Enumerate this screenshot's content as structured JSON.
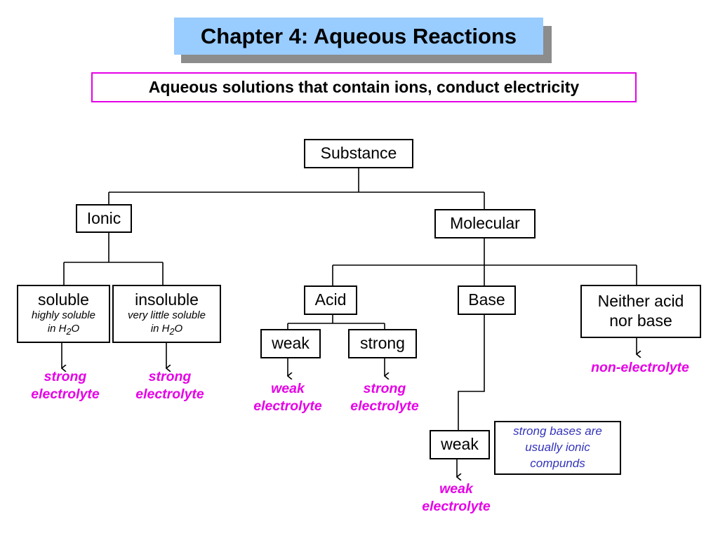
{
  "header": {
    "title": "Chapter 4: Aqueous Reactions",
    "subtitle": "Aqueous solutions that contain ions, conduct electricity"
  },
  "tree": {
    "root": "Substance",
    "ionic": {
      "label": "Ionic",
      "soluble": {
        "label": "soluble",
        "note_line1": "highly soluble",
        "note_line2_pre": "in H",
        "note_line2_sub": "2",
        "note_line2_post": "O",
        "outcome_line1": "strong",
        "outcome_line2": "electrolyte"
      },
      "insoluble": {
        "label": "insoluble",
        "note_line1": "very little soluble",
        "note_line2_pre": "in H",
        "note_line2_sub": "2",
        "note_line2_post": "O",
        "outcome_line1": "strong",
        "outcome_line2": "electrolyte"
      }
    },
    "molecular": {
      "label": "Molecular",
      "acid": {
        "label": "Acid",
        "weak": {
          "label": "weak",
          "outcome_line1": "weak",
          "outcome_line2": "electrolyte"
        },
        "strong": {
          "label": "strong",
          "outcome_line1": "strong",
          "outcome_line2": "electrolyte"
        }
      },
      "base": {
        "label": "Base",
        "weak": {
          "label": "weak",
          "outcome_line1": "weak",
          "outcome_line2": "electrolyte"
        },
        "note_line1": "strong bases are",
        "note_line2": "usually ionic",
        "note_line3": "compunds"
      },
      "neither": {
        "label_line1": "Neither acid",
        "label_line2": "nor base",
        "outcome": "non-electrolyte"
      }
    }
  },
  "colors": {
    "title_bg": "#99ccff",
    "title_shadow": "#8c8c8c",
    "subtitle_border": "#e600e6",
    "outcome_text": "#e600e6",
    "note_text": "#3333bb"
  }
}
